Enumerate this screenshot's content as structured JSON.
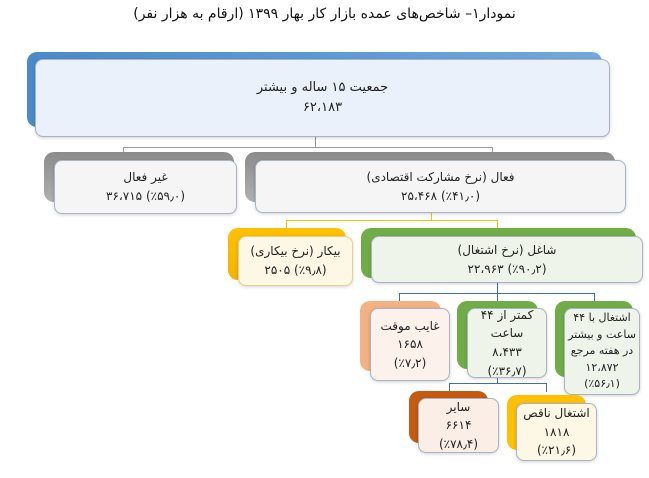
{
  "title": "نمودار۱– شاخص‌های عمده بازار کار بهار ۱۳۹۹ (ارقام به هزار نفر)",
  "colors": {
    "root": "#5b9bd5",
    "inactive": "#a6a6a6",
    "active": "#a6a6a6",
    "unemployed": "#ffc000",
    "employed": "#70ad47",
    "temp_absent": "#f4b183",
    "under44": "#70ad47",
    "over44": "#70ad47",
    "other": "#c55a11",
    "underemployed": "#ffc000",
    "connector_gray": "#9a9a9a",
    "connector_yellow": "#ffc000",
    "connector_blue": "#44719c"
  },
  "nodes": {
    "root": {
      "label": "جمعیت ۱۵ ساله و بیشتر",
      "value": "۶۲،۱۸۳"
    },
    "inactive": {
      "label": "غیر فعال",
      "value": "(٪۵۹٫۰) ۳۶،۷۱۵"
    },
    "active": {
      "label": "فعال (نرخ مشارکت اقتصادی)",
      "value": "(٪۴۱٫۰) ۲۵،۴۶۸"
    },
    "unemployed": {
      "label": "بیکار (نرخ بیکاری)",
      "value": "(٪۹٫۸)  ۲۵۰۵"
    },
    "employed": {
      "label": "شاغل (نرخ اشتغال)",
      "value": "(٪۹۰٫۲) ۲۲،۹۶۳"
    },
    "temp_absent": {
      "label": "غایب موقت",
      "value": "۱۶۵۸",
      "pct": "(٪۷٫۲)"
    },
    "under44": {
      "label_line1": "کمتر از ۴۴",
      "label_line2": "ساعت",
      "value": "۸،۴۳۳",
      "pct": "(٪۳۶٫۷)"
    },
    "over44": {
      "label_line1": "اشتغال با ۴۴",
      "label_line2": "ساعت و بیشتر",
      "label_line3": "در هفته مرجع",
      "value": "۱۲،۸۷۲",
      "pct": "(٪۵۶٫۱)"
    },
    "other": {
      "label": "سایر",
      "value": "۶۶۱۴",
      "pct": "(٪۷۸٫۴)"
    },
    "underemployed": {
      "label": "اشتغال ناقص",
      "value": "۱۸۱۸",
      "pct": "(٪۲۱٫۶)"
    }
  }
}
